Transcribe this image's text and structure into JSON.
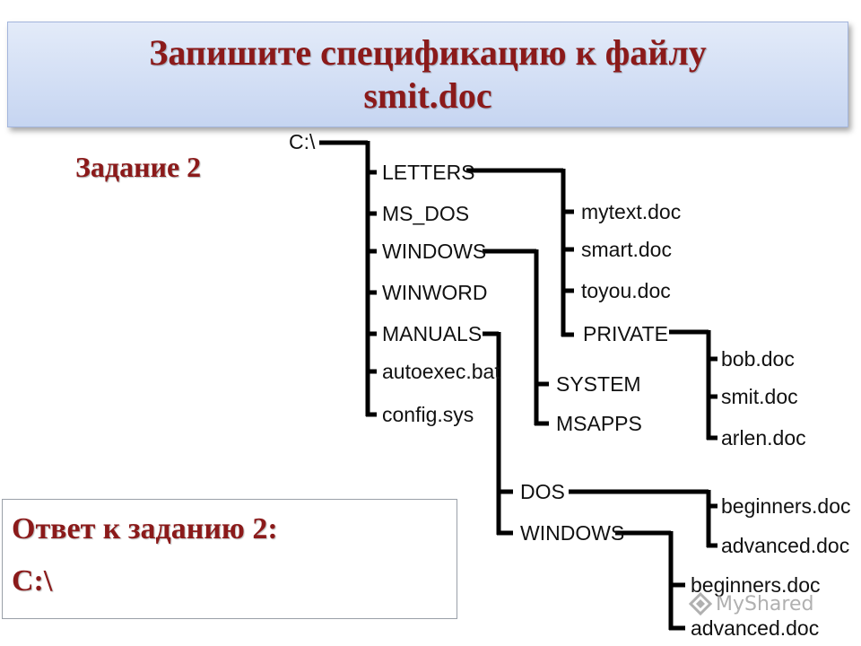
{
  "title": {
    "line1": "Запишите спецификацию к файлу",
    "line2": "smit.doc"
  },
  "task_label": "Задание 2",
  "answer": {
    "label": "Ответ к заданию 2:",
    "value": "C:\\"
  },
  "tree": {
    "root": "C:\\",
    "level1": [
      "LETTERS",
      "MS_DOS",
      "WINDOWS",
      "WINWORD",
      "MANUALS",
      "autoexec.bat",
      "config.sys"
    ],
    "letters_children": [
      "mytext.doc",
      "smart.doc",
      "toyou.doc",
      "PRIVATE"
    ],
    "private_children": [
      "bob.doc",
      "smit.doc",
      "arlen.doc"
    ],
    "windows_children": [
      "SYSTEM",
      "MSAPPS"
    ],
    "manuals_children": [
      "DOS",
      "WINDOWS"
    ],
    "manuals_dos_children": [
      "beginners.doc",
      "advanced.doc"
    ],
    "manuals_windows_children": [
      "beginners.doc",
      "advanced.doc"
    ]
  },
  "watermark": "MyShared"
}
